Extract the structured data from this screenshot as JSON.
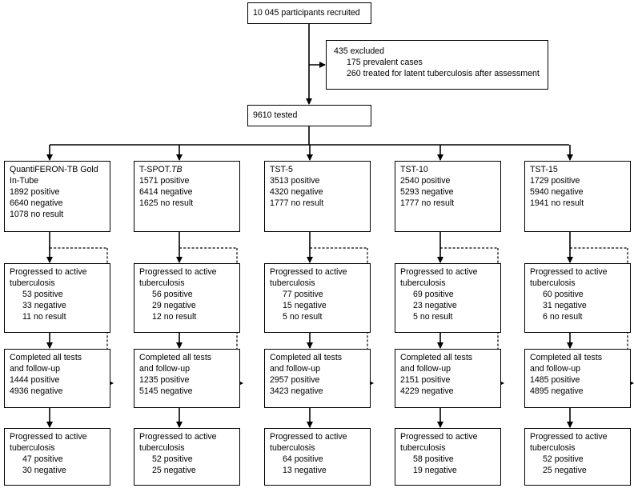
{
  "recruited": "10 045 participants recruited",
  "excluded": {
    "title": "435 excluded",
    "lines": [
      "175 prevalent cases",
      "260 treated for latent tuberculosis after assessment"
    ]
  },
  "tested": "9610 tested",
  "columns": [
    {
      "test_name": [
        "QuantiFERON-TB Gold",
        "In-Tube"
      ],
      "test_italic": "",
      "results": [
        "1892 positive",
        "6640 negative",
        "1078 no result"
      ],
      "progressed": [
        "53 positive",
        "33 negative",
        "11 no result"
      ],
      "completed": [
        "1444 positive",
        "4936 negative"
      ],
      "progressed_after": [
        "47 positive",
        "30 negative"
      ]
    },
    {
      "test_name": [
        "T-SPOT."
      ],
      "test_italic": "TB",
      "results": [
        "1571 positive",
        "6414 negative",
        "1625 no result"
      ],
      "progressed": [
        "56 positive",
        "29 negative",
        "12 no result"
      ],
      "completed": [
        "1235 positive",
        "5145 negative"
      ],
      "progressed_after": [
        "52 positive",
        "25 negative"
      ]
    },
    {
      "test_name": [
        "TST-5"
      ],
      "test_italic": "",
      "results": [
        "3513 positive",
        "4320 negative",
        "1777 no result"
      ],
      "progressed": [
        "77 positive",
        "15 negative",
        "5 no result"
      ],
      "completed": [
        "2957 positive",
        "3423 negative"
      ],
      "progressed_after": [
        "64 positive",
        "13 negative"
      ]
    },
    {
      "test_name": [
        "TST-10"
      ],
      "test_italic": "",
      "results": [
        "2540 positive",
        "5293 negative",
        "1777 no result"
      ],
      "progressed": [
        "69 positive",
        "23 negative",
        "5 no result"
      ],
      "completed": [
        "2151 positive",
        "4229 negative"
      ],
      "progressed_after": [
        "58 positive",
        "19 negative"
      ]
    },
    {
      "test_name": [
        "TST-15"
      ],
      "test_italic": "",
      "results": [
        "1729 positive",
        "5940 negative",
        "1941 no result"
      ],
      "progressed": [
        "60 positive",
        "31 negative",
        "6 no result"
      ],
      "completed": [
        "1485 positive",
        "4895 negative"
      ],
      "progressed_after": [
        "52 positive",
        "25 negative"
      ]
    }
  ],
  "labels": {
    "progressed_title": [
      "Progressed to active",
      "tuberculosis"
    ],
    "completed_title": [
      "Completed all tests",
      "and follow-up"
    ]
  }
}
